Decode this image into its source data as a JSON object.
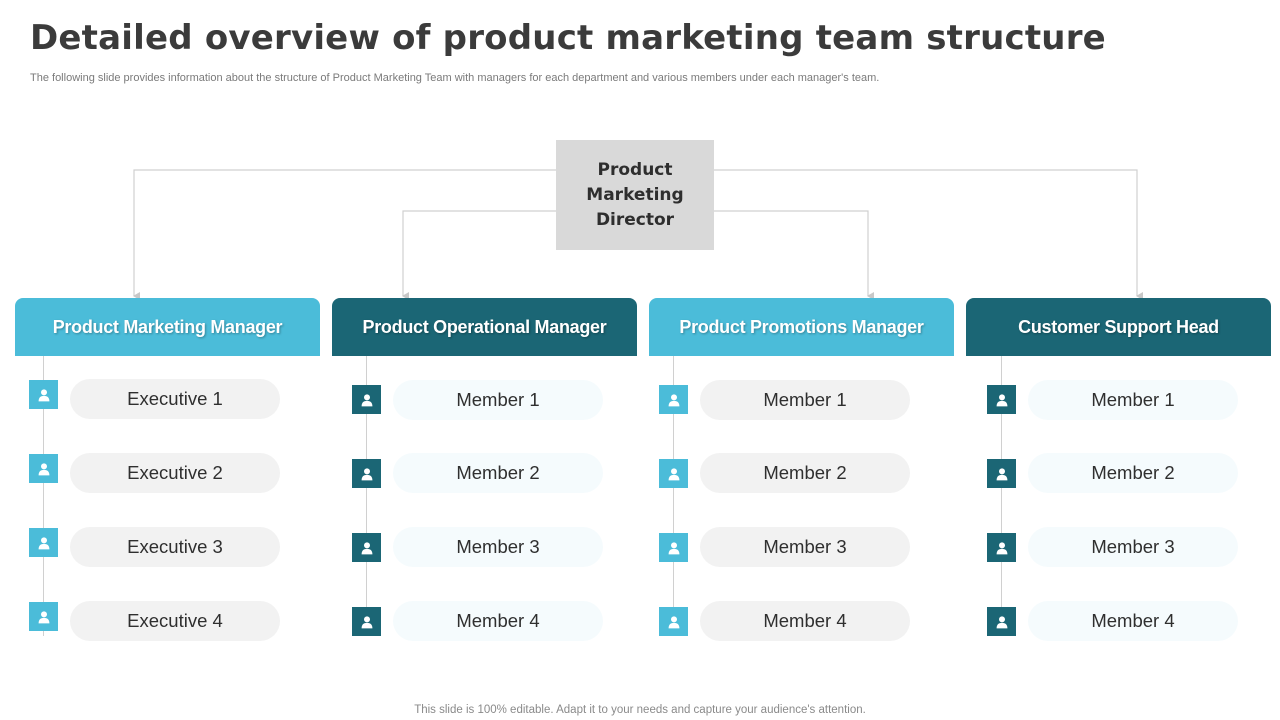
{
  "slide": {
    "title": "Detailed overview of product marketing team structure",
    "subtitle": "The following slide provides information about the structure of Product Marketing Team with managers for each department and various members under each manager's team.",
    "footer": "This slide is 100% editable. Adapt it to your needs and capture your audience's attention."
  },
  "director": {
    "label": "Product Marketing Director"
  },
  "departments": [
    {
      "header": "Product Marketing Manager",
      "icon": "user-icon",
      "members": [
        "Executive 1",
        "Executive 2",
        "Executive 3",
        "Executive 4"
      ]
    },
    {
      "header": "Product Operational Manager",
      "icon": "user-icon",
      "members": [
        "Member 1",
        "Member 2",
        "Member 3",
        "Member 4"
      ]
    },
    {
      "header": "Product Promotions Manager",
      "icon": "user-icon",
      "members": [
        "Member 1",
        "Member 2",
        "Member 3",
        "Member 4"
      ]
    },
    {
      "header": "Customer Support Head",
      "icon": "user-icon",
      "members": [
        "Member 1",
        "Member 2",
        "Member 3",
        "Member 4"
      ]
    }
  ],
  "colors": {
    "light_teal": "#4bbcd9",
    "dark_teal": "#1b6675",
    "director_bg": "#d9d9d9",
    "connector": "#d0d0d0"
  }
}
